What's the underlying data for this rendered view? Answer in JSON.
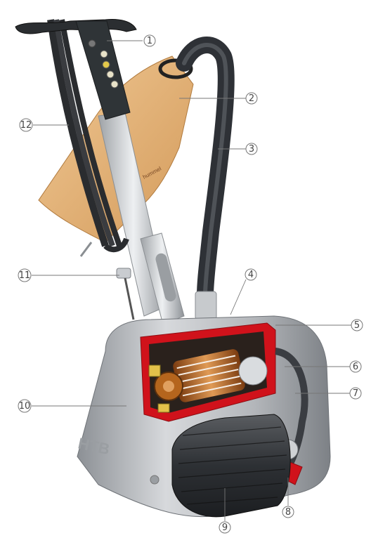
{
  "figure": {
    "subject": "drum floor sanding machine (cutaway)",
    "brand_mark": "HTB",
    "bag_print": "hummel"
  },
  "callouts": [
    {
      "id": "1",
      "label": "①"
    },
    {
      "id": "2",
      "label": "②"
    },
    {
      "id": "3",
      "label": "③"
    },
    {
      "id": "4",
      "label": "④"
    },
    {
      "id": "5",
      "label": "⑤"
    },
    {
      "id": "6",
      "label": "⑥"
    },
    {
      "id": "7",
      "label": "⑦"
    },
    {
      "id": "8",
      "label": "⑧"
    },
    {
      "id": "9",
      "label": "⑨"
    },
    {
      "id": "10",
      "label": "⑩"
    },
    {
      "id": "11",
      "label": "⑪"
    },
    {
      "id": "12",
      "label": "⑫"
    }
  ],
  "colors": {
    "housing": "#b9bcc0",
    "housing_dark": "#7f8388",
    "cutaway": "#d0121b",
    "copper": "#b5651d",
    "dust_bag": "#e2b27a",
    "hose": "#3a3d42",
    "handle": "#2b2e31"
  },
  "icons": {
    "control_panel": "control-panel-icon",
    "drum": "sanding-drum-icon"
  }
}
